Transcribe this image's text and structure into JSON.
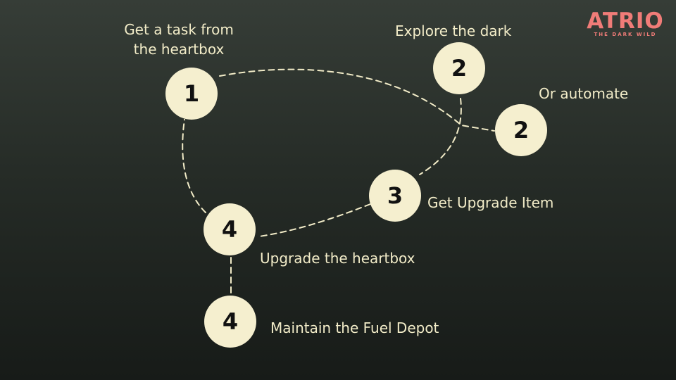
{
  "logo": {
    "title": "ATRIO",
    "subtitle": "THE DARK WILD",
    "color": "#f07c78"
  },
  "nodes": [
    {
      "id": "n1",
      "number": "1",
      "label": "Get a task from the heartbox",
      "label_lines": [
        "Get a task from",
        "the heartbox"
      ]
    },
    {
      "id": "n2a",
      "number": "2",
      "label": "Explore the dark"
    },
    {
      "id": "n2b",
      "number": "2",
      "label": "Or automate"
    },
    {
      "id": "n3",
      "number": "3",
      "label": "Get Upgrade Item"
    },
    {
      "id": "n4a",
      "number": "4",
      "label": "Upgrade the heartbox"
    },
    {
      "id": "n4b",
      "number": "4",
      "label": "Maintain the Fuel Depot"
    }
  ],
  "edges": [
    {
      "from": "n1",
      "to": "n2b"
    },
    {
      "from": "n2a",
      "to": "n3"
    },
    {
      "from": "n3",
      "to": "n4a"
    },
    {
      "from": "n4a",
      "to": "n1"
    },
    {
      "from": "n4a",
      "to": "n4b"
    }
  ],
  "colors": {
    "node_fill": "#f5efcf",
    "edge": "#f2ecc8",
    "text": "#f2ecc8",
    "number": "#111111"
  }
}
